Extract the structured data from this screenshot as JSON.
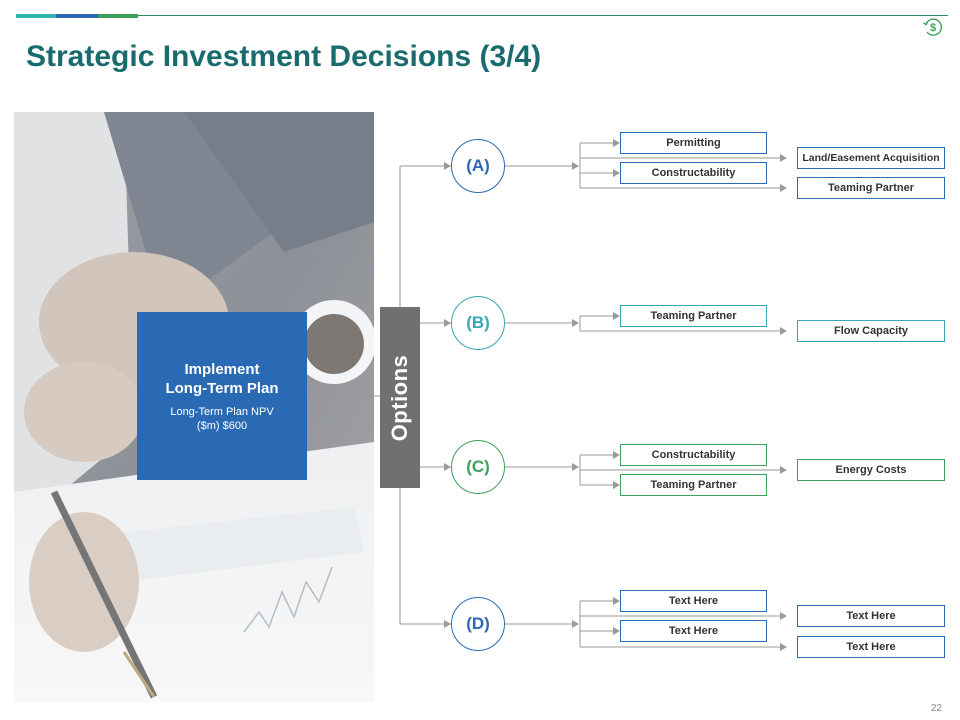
{
  "header": {
    "title": "Strategic Investment Decisions (3/4)",
    "icon": "dollar-refresh-icon",
    "accent_colors": [
      "#2bb5b0",
      "#2a6ab4",
      "#3da05a"
    ]
  },
  "plan": {
    "title_line1": "Implement",
    "title_line2": "Long-Term Plan",
    "npv_line1": "Long-Term Plan NPV",
    "npv_line2": "($m) $600",
    "color": "#2a6ab4"
  },
  "options_label": "Options",
  "options": [
    {
      "label": "(A)",
      "color": "#2a6ab4",
      "col1": [
        "Permitting",
        "Constructability"
      ],
      "col2": [
        "Land/Easement Acquisition",
        "Teaming Partner"
      ]
    },
    {
      "label": "(B)",
      "color": "#36a8b4",
      "col1": [
        "Teaming Partner"
      ],
      "col2": [
        "Flow Capacity"
      ]
    },
    {
      "label": "(C)",
      "color": "#3da05a",
      "col1": [
        "Constructability",
        "Teaming Partner"
      ],
      "col2": [
        "Energy Costs"
      ]
    },
    {
      "label": "(D)",
      "color": "#2a6ab4",
      "col1": [
        "Text Here",
        "Text Here"
      ],
      "col2": [
        "Text Here",
        "Text Here"
      ]
    }
  ],
  "page_number": "22"
}
